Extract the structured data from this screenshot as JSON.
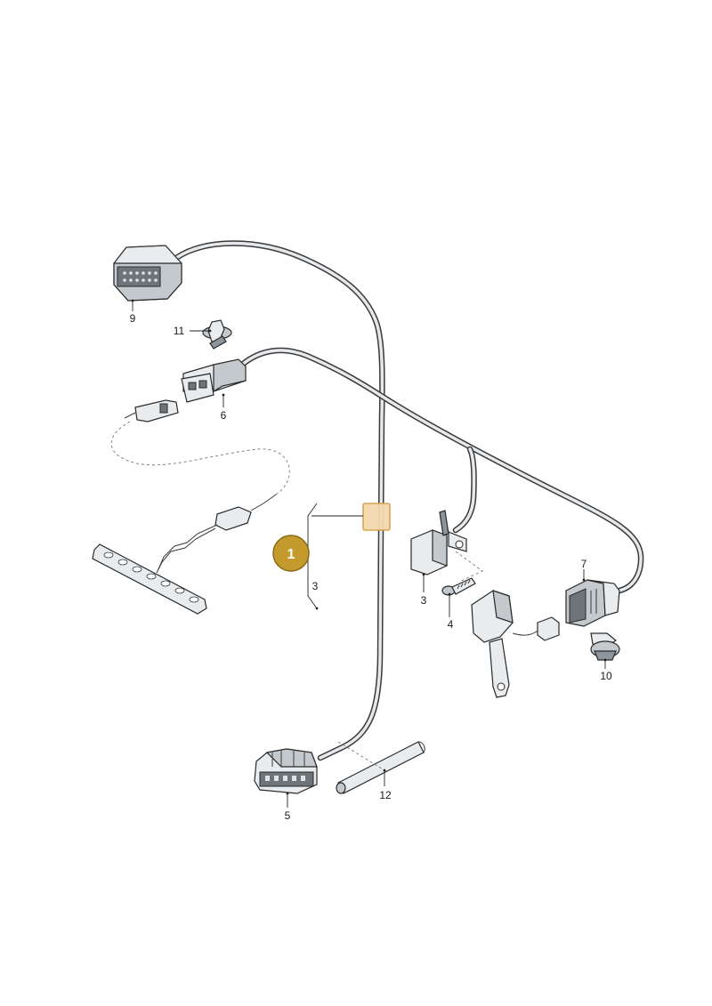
{
  "badge": {
    "label": "1",
    "color": "#c49a2c"
  },
  "callouts": {
    "c3_main": "3",
    "c3_sub": "3",
    "c4": "4",
    "c5": "5",
    "c6": "6",
    "c7": "7",
    "c9": "9",
    "c10": "10",
    "c11": "11",
    "c12": "12"
  },
  "colors": {
    "highlight_fill": "#f3d9ad",
    "highlight_stroke": "#d9a04a",
    "badge_ring": "#8a6a16"
  }
}
